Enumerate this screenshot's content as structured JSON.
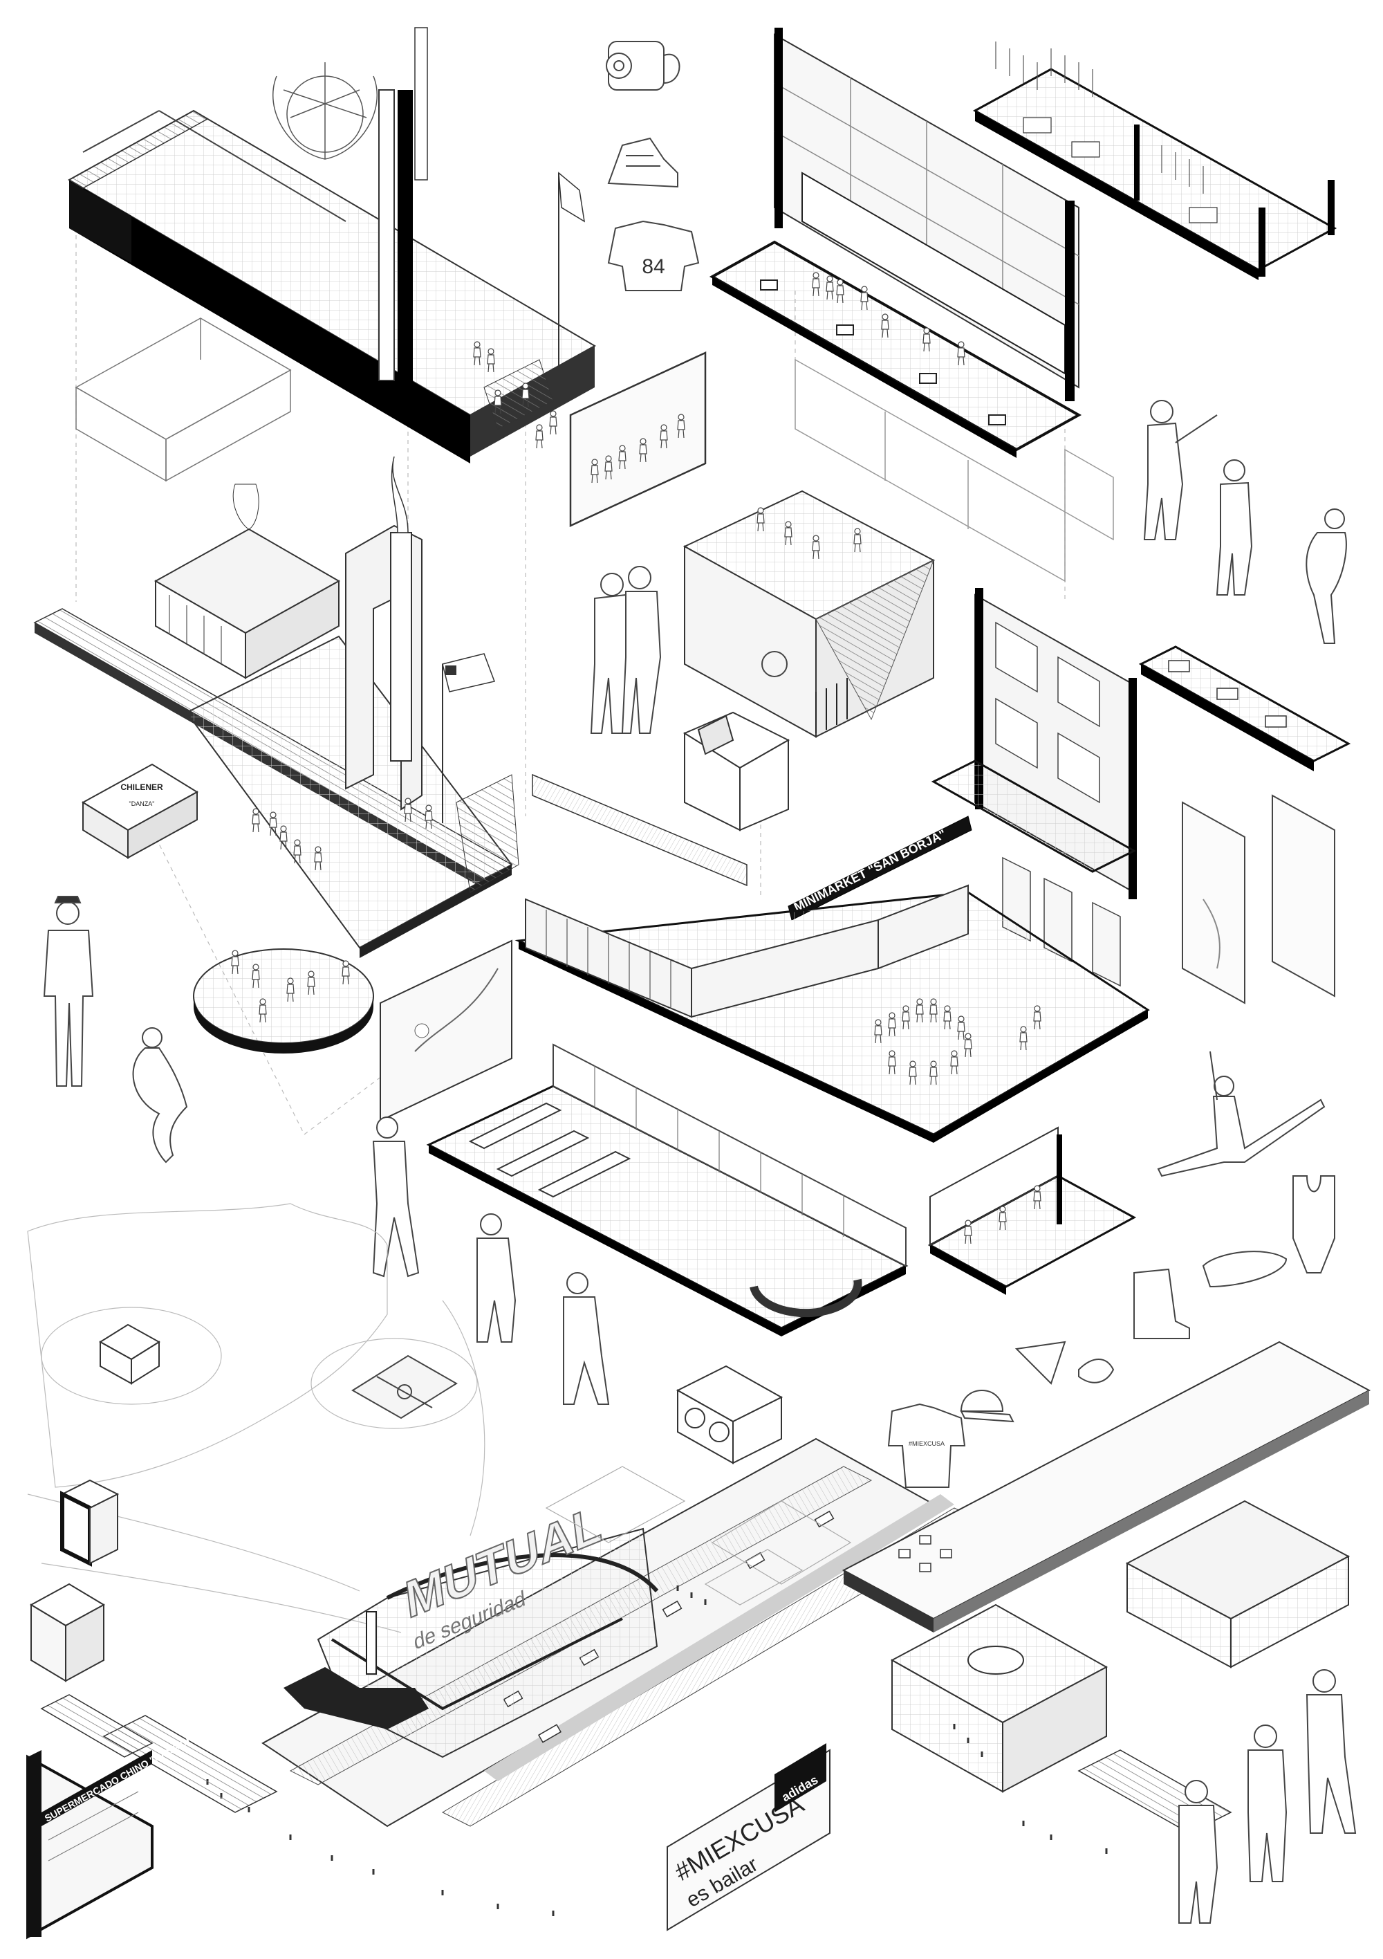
{
  "signs": {
    "minimarket": "MINIMARKET \"SAN BORJA\"",
    "supermercado": "SUPERMERCADO CHINO \"CASA CHINA\"",
    "hashtag_line1": "#MIEXCUSA",
    "hashtag_line2": "es bailar",
    "adidas": "adidas",
    "mutual_brand": "MUTUAL",
    "mutual_sub": "de seguridad",
    "jersey_number": "84",
    "plaque_title": "CHILENER",
    "plaque_sub": "\"DANZA\"",
    "shirt_text": "#MIEXCUSA"
  },
  "colors": {
    "ink": "#111111",
    "line": "#3a3a3a",
    "light_line": "#9a9a9a",
    "fill_light": "#f1f1f1",
    "fill_mid": "#e2e2e2",
    "paper": "#ffffff"
  },
  "icons": [
    "flag-icon",
    "sneaker-icon",
    "speaker-icon",
    "cap-icon",
    "tshirt-icon",
    "leotard-icon",
    "ballet-shoe-icon",
    "boot-icon",
    "jersey-icon",
    "medal-icon",
    "film-reel-icon"
  ]
}
